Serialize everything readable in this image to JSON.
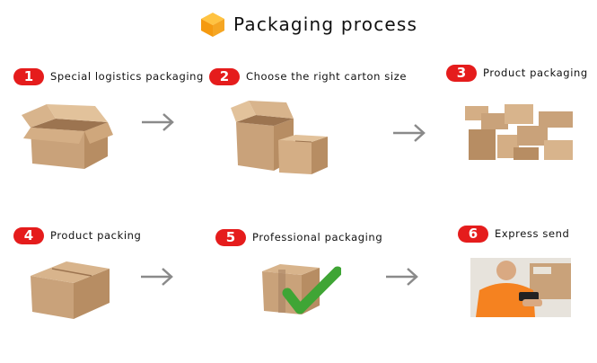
{
  "title": "Packaging process",
  "colors": {
    "badge": "#e51c1c",
    "carton": "#c9a27a",
    "arrow": "#8a8a8a",
    "check": "#3fa535",
    "title_icon": "#f5a623"
  },
  "steps": [
    {
      "number": "1",
      "label": "Special logistics packaging",
      "image": "open-carton-box"
    },
    {
      "number": "2",
      "label": "Choose the right carton size",
      "image": "two-carton-boxes"
    },
    {
      "number": "3",
      "label": "Product packaging",
      "image": "stacked-carton-boxes"
    },
    {
      "number": "4",
      "label": "Product packing",
      "image": "closed-carton-box"
    },
    {
      "number": "5",
      "label": "Professional packaging",
      "image": "box-with-green-check"
    },
    {
      "number": "6",
      "label": "Express send",
      "image": "courier-with-scanner"
    }
  ]
}
